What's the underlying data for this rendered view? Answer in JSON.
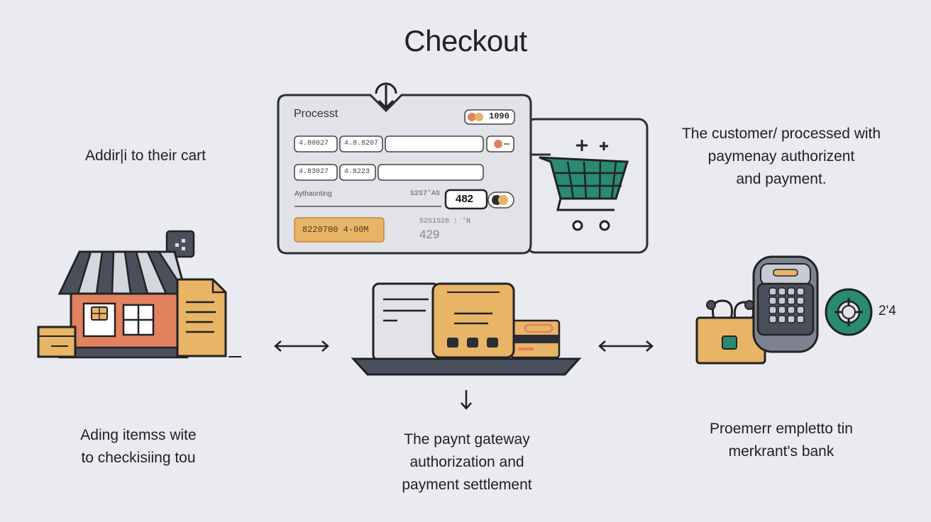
{
  "title": "Checkout",
  "form": {
    "heading": "Processt",
    "badge": "1090",
    "row1": [
      "4.80027",
      "4.8.8207"
    ],
    "row2": [
      "4.83027",
      "4.8223"
    ],
    "auth_label": "Aythaonting",
    "auth_code": "S2S7'AS",
    "amount_badge": "482",
    "pay_button": "8220700 4-00M",
    "total_label": "S2S1S28 : 'N",
    "total_value": "429"
  },
  "captions": {
    "left_top": "Addir|i to their cart",
    "left_bottom": [
      "Ading itemss wite",
      "to checkisiing tou"
    ],
    "middle_bottom": [
      "The paynt gateway",
      "authorization and",
      "payment settlement"
    ],
    "right_top": [
      "The customer/ processed with",
      "paymenay authorizent",
      "and payment."
    ],
    "right_bottom": [
      "Proemerr empletto tin",
      "merkrant's bank"
    ],
    "right_icon_label": "2'4"
  },
  "colors": {
    "background": "#e9ebf1",
    "orange": "#e8b466",
    "terracotta": "#e2825f",
    "teal": "#2a8a73",
    "slate": "#4a4f5c"
  }
}
